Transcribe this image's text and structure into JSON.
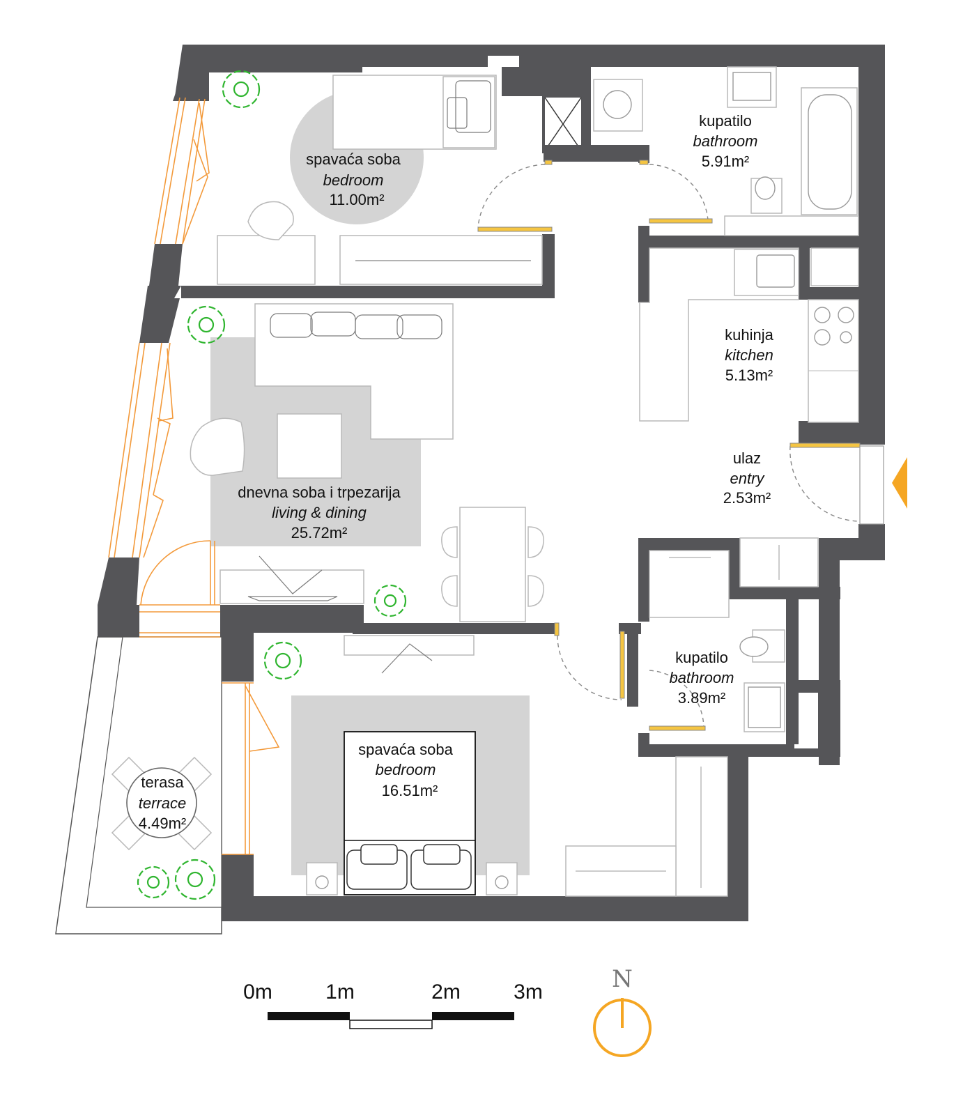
{
  "rooms": {
    "bedroom_small": {
      "name_local": "spavaća soba",
      "name_en": "bedroom",
      "area": "11.00m²"
    },
    "bathroom_large": {
      "name_local": "kupatilo",
      "name_en": "bathroom",
      "area": "5.91m²"
    },
    "kitchen": {
      "name_local": "kuhinja",
      "name_en": "kitchen",
      "area": "5.13m²"
    },
    "entry": {
      "name_local": "ulaz",
      "name_en": "entry",
      "area": "2.53m²"
    },
    "living": {
      "name_local": "dnevna soba i trpezarija",
      "name_en": "living & dining",
      "area": "25.72m²"
    },
    "bathroom_small": {
      "name_local": "kupatilo",
      "name_en": "bathroom",
      "area": "3.89m²"
    },
    "bedroom_large": {
      "name_local": "spavaća soba",
      "name_en": "bedroom",
      "area": "16.51m²"
    },
    "terrace": {
      "name_local": "terasa",
      "name_en": "terrace",
      "area": "4.49m²"
    }
  },
  "scale_bar": {
    "labels": [
      "0m",
      "1m",
      "2m",
      "3m"
    ]
  },
  "compass": {
    "label": "N"
  },
  "colors": {
    "wall": "#555558",
    "rug": "#d4d4d4",
    "window": "#f39a3b",
    "door_leaf": "#f5c542",
    "plant": "#2fb52f",
    "entry_marker": "#f5a623"
  }
}
